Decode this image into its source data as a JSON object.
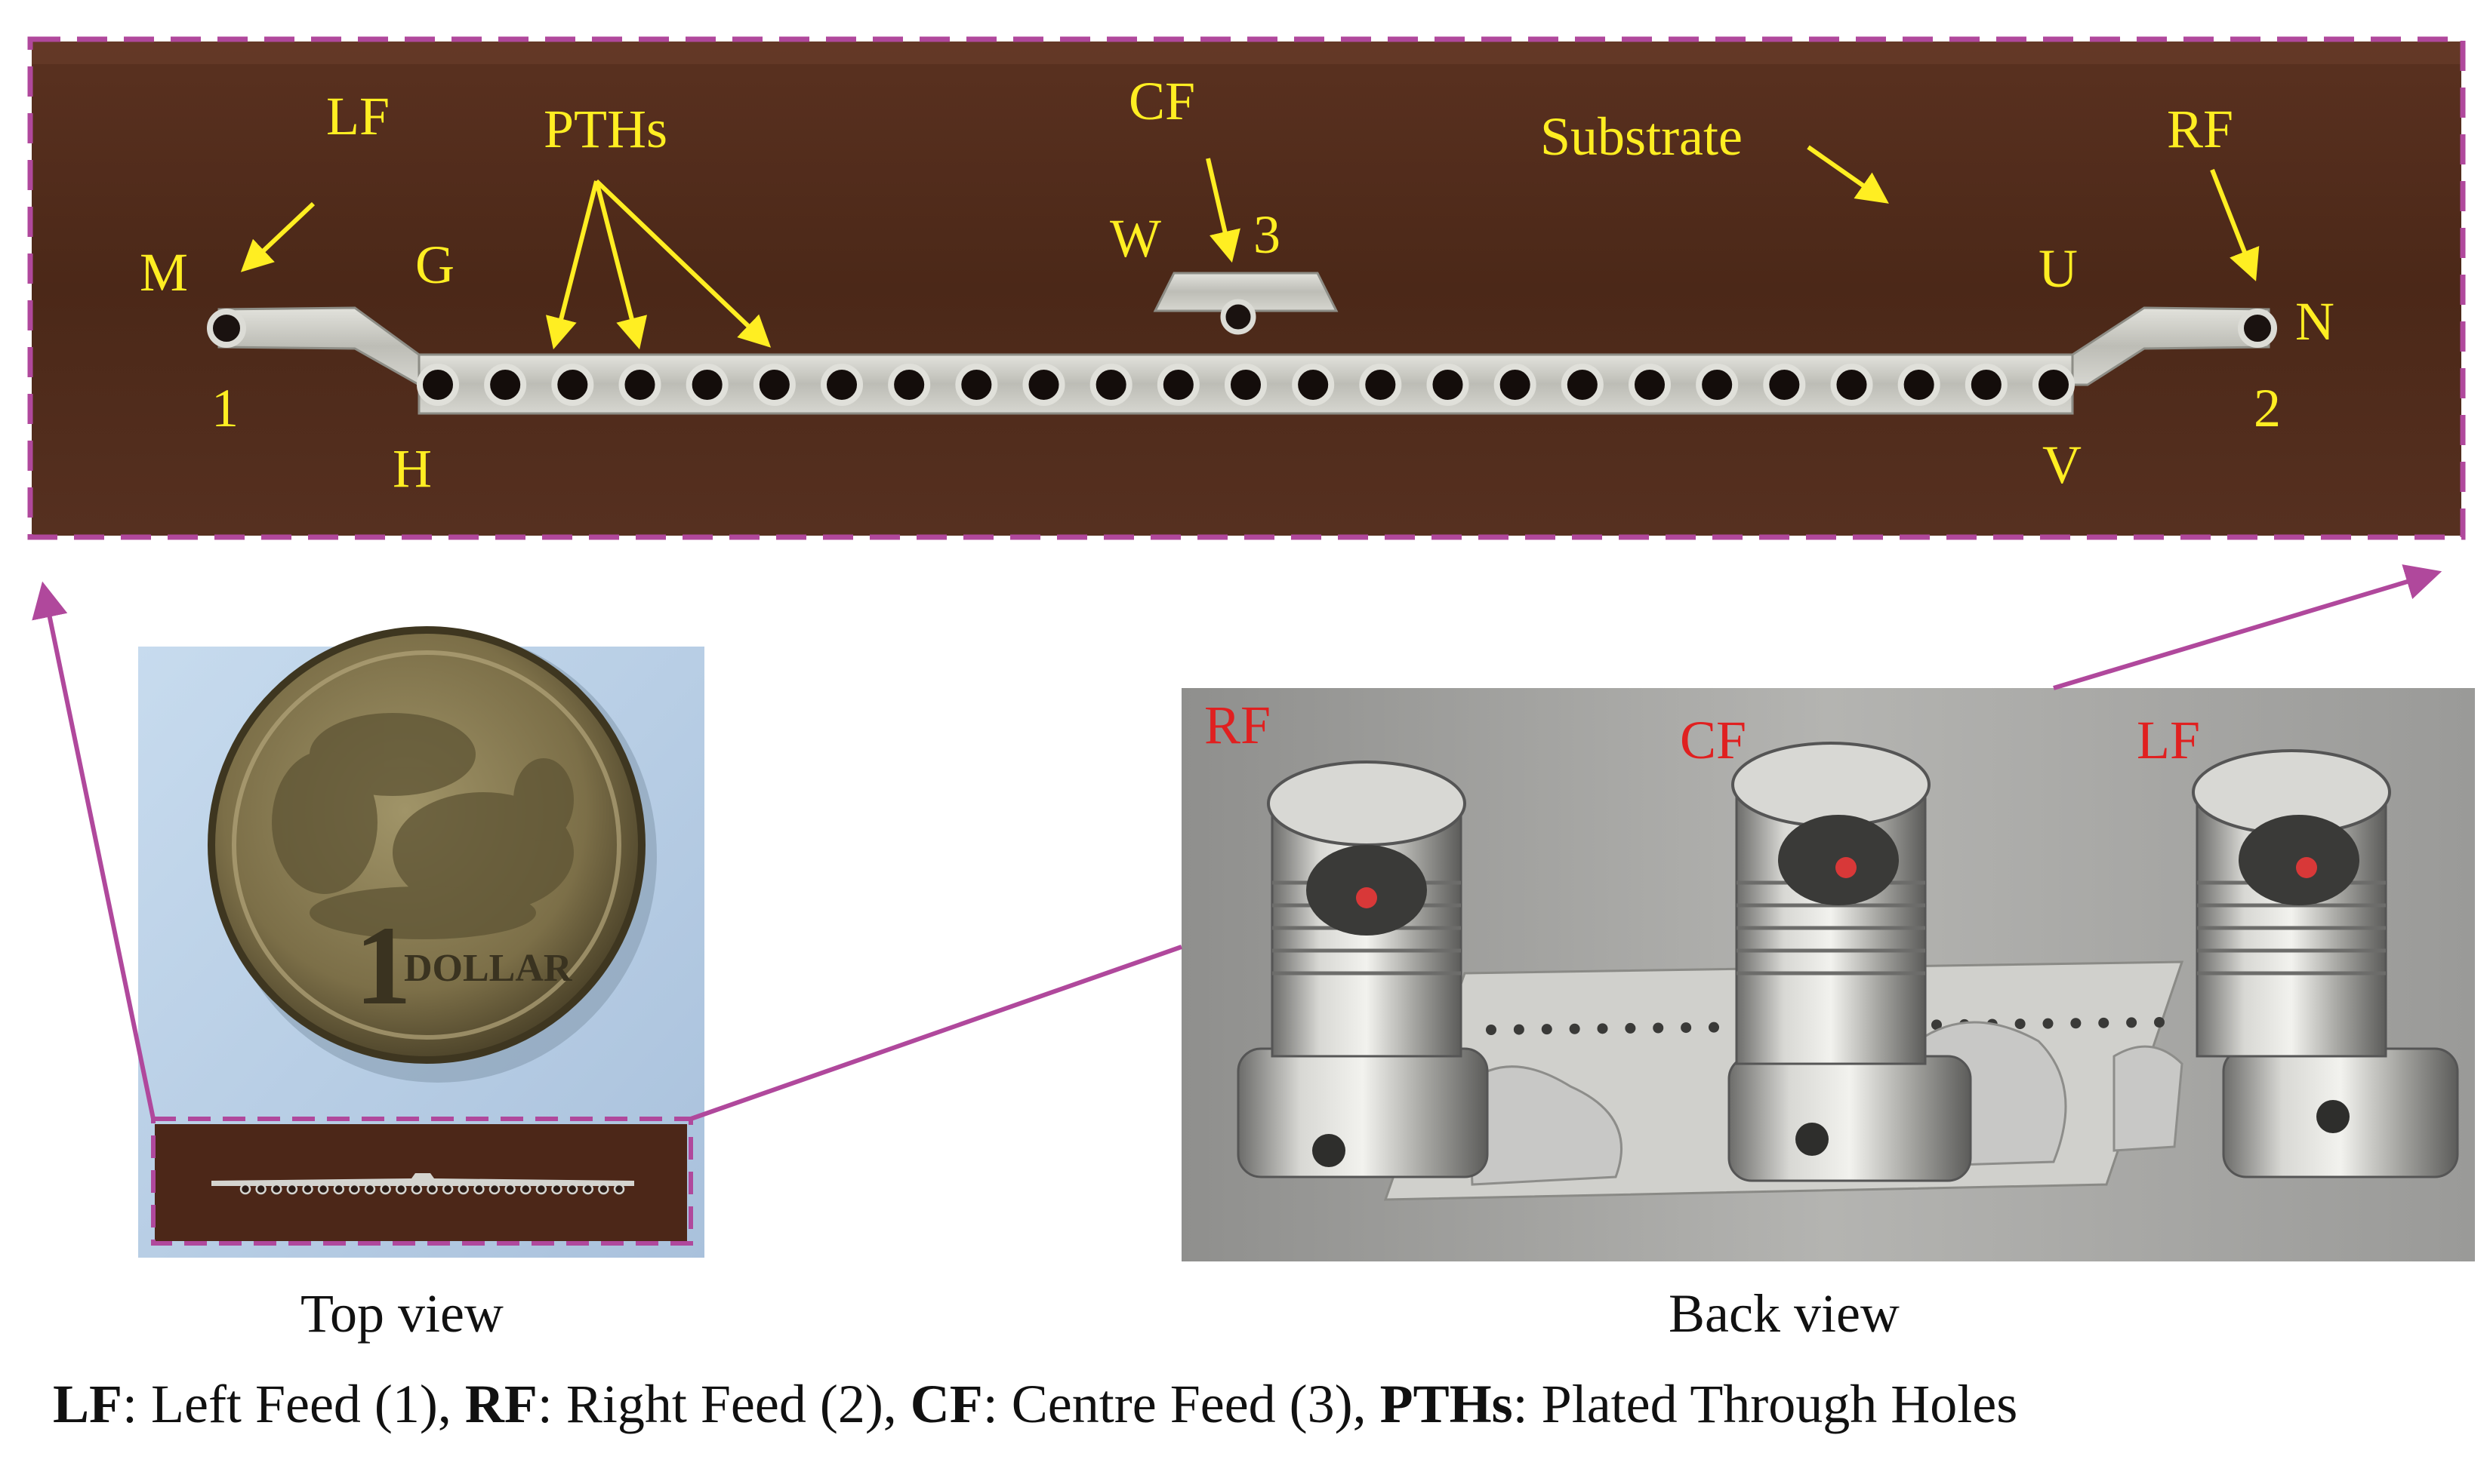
{
  "colors": {
    "annotation": "#ffee22",
    "frame": "#b0489c",
    "substrate": "#4e2a1b",
    "metal": "#c9c9c4",
    "connector_label": "#e02020",
    "coin_background": "#bcd0e4"
  },
  "top_panel": {
    "labels": {
      "LF": "LF",
      "PTHs": "PTHs",
      "CF": "CF",
      "Substrate": "Substrate",
      "RF": "RF",
      "M": "M",
      "G": "G",
      "W": "W",
      "three": "3",
      "U": "U",
      "N": "N",
      "one": "1",
      "H": "H",
      "two": "2",
      "V": "V"
    },
    "via_count": 25
  },
  "top_view": {
    "coin_text": "DOLLAR",
    "coin_digit": "1",
    "caption": "Top view"
  },
  "back_view": {
    "connector_labels": [
      "RF",
      "CF",
      "LF"
    ],
    "caption": "Back view"
  },
  "legend": {
    "lf_abbr": "LF",
    "lf_desc": ": Left Feed (1), ",
    "rf_abbr": "RF",
    "rf_desc": ": Right Feed (2), ",
    "cf_abbr": "CF",
    "cf_desc": ": Centre Feed (3), ",
    "pth_abbr": "PTHs",
    "pth_desc": ": Plated Through Holes"
  }
}
